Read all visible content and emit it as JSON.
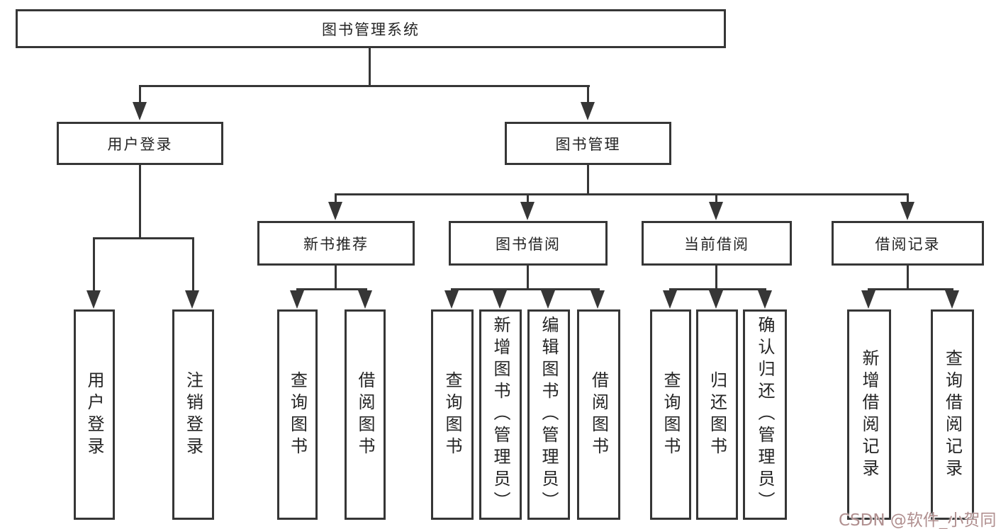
{
  "colors": {
    "background": "#ffffff",
    "line": "#363636",
    "text": "#242424",
    "watermark": "#b08f8f"
  },
  "watermark": {
    "text": "CSDN @软件_小贺同学"
  },
  "diagram": {
    "type": "tree",
    "root_label": "图书管理系统",
    "branches": [
      {
        "label": "用户登录",
        "children": [
          "用户登录",
          "注销登录"
        ]
      },
      {
        "label": "图书管理",
        "children": [
          {
            "label": "新书推荐",
            "children": [
              "查询图书",
              "借阅图书"
            ]
          },
          {
            "label": "图书借阅",
            "children": [
              "查询图书",
              "新增图书（管理员）",
              "编辑图书（管理员）",
              "借阅图书"
            ]
          },
          {
            "label": "当前借阅",
            "children": [
              "查询图书",
              "归还图书",
              "确认归还（管理员）"
            ]
          },
          {
            "label": "借阅记录",
            "children": [
              "新增借阅记录",
              "查询借阅记录"
            ]
          }
        ]
      }
    ]
  }
}
